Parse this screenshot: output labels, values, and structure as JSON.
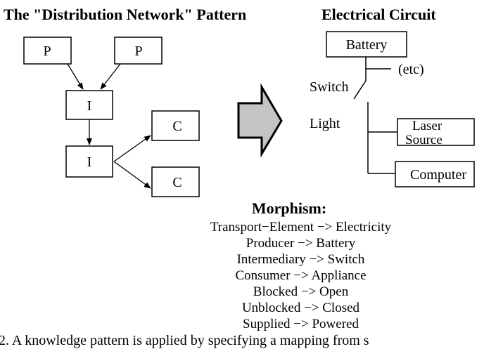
{
  "left_title": "The \"Distribution Network\" Pattern",
  "right_title": "Electrical Circuit",
  "pattern_nodes": [
    "P",
    "P",
    "I",
    "I",
    "C",
    "C"
  ],
  "circuit": {
    "battery": "Battery",
    "etc": "(etc)",
    "switch": "Switch",
    "light": "Light",
    "laser_line1": "Laser",
    "laser_line2": "Source",
    "computer": "Computer"
  },
  "morphism_title": "Morphism:",
  "morphism": [
    "Transport−Element −> Electricity",
    "Producer −> Battery",
    "Intermediary −> Switch",
    "Consumer −> Appliance",
    "Blocked −> Open",
    "Unblocked −> Closed",
    "Supplied −> Powered"
  ],
  "caption": "2. A knowledge pattern is applied by specifying a mapping from s"
}
